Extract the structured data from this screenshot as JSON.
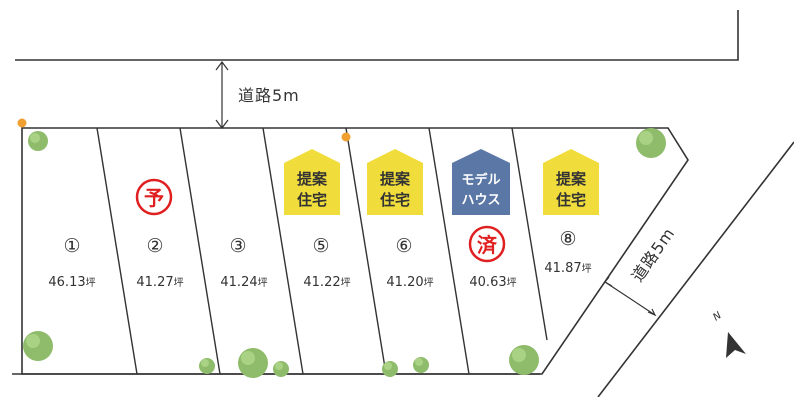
{
  "roads": {
    "top": {
      "label": "道路5m"
    },
    "diagonal": {
      "label": "道路5m"
    }
  },
  "lots": [
    {
      "number": "①",
      "area": "46.13",
      "unit": "坪",
      "badge": null,
      "stamp": null
    },
    {
      "number": "②",
      "area": "41.27",
      "unit": "坪",
      "badge": null,
      "stamp": "予"
    },
    {
      "number": "③",
      "area": "41.24",
      "unit": "坪",
      "badge": null,
      "stamp": null
    },
    {
      "number": "⑤",
      "area": "41.22",
      "unit": "坪",
      "badge": {
        "line1": "提案",
        "line2": "住宅",
        "color": "#f0dd3c"
      },
      "stamp": null
    },
    {
      "number": "⑥",
      "area": "41.20",
      "unit": "坪",
      "badge": {
        "line1": "提案",
        "line2": "住宅",
        "color": "#f0dd3c"
      },
      "stamp": null
    },
    {
      "number": "",
      "area": "40.63",
      "unit": "坪",
      "badge": {
        "line1": "モデル",
        "line2": "ハウス",
        "color": "#5b77a6"
      },
      "stamp": "済"
    },
    {
      "number": "⑧",
      "area": "41.87",
      "unit": "坪",
      "badge": {
        "line1": "提案",
        "line2": "住宅",
        "color": "#f0dd3c"
      },
      "stamp": null
    }
  ],
  "north": {
    "label": "N"
  },
  "colors": {
    "line": "#333333",
    "tree": "#7fae5a",
    "marker": "#f0a030",
    "stamp": "#e02020"
  }
}
